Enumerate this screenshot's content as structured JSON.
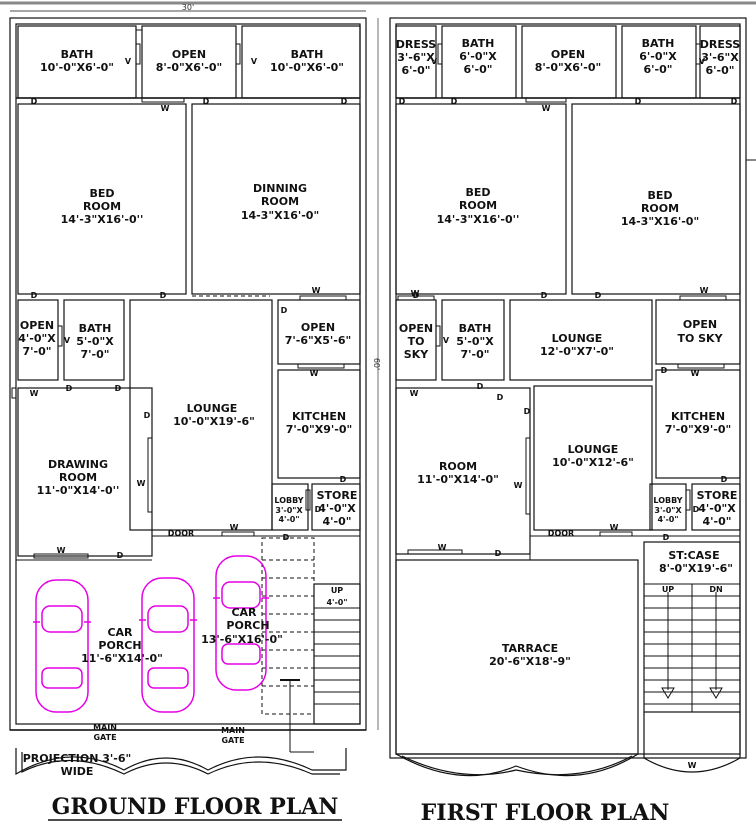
{
  "overall_width": "30'",
  "overall_depth": "60'",
  "titles": {
    "ground": "GROUND FLOOR PLAN",
    "first": "FIRST FLOOR PLAN"
  },
  "ground": {
    "bath1": {
      "name": "BATH",
      "size": "10'-0\"X6'-0\""
    },
    "open_top": {
      "name": "OPEN",
      "size": "8'-0\"X6'-0\""
    },
    "bath2": {
      "name": "BATH",
      "size": "10'-0\"X6'-0\""
    },
    "bed": {
      "l1": "BED",
      "l2": "ROOM",
      "size": "14'-3\"X16'-0''"
    },
    "dining": {
      "l1": "DINNING",
      "l2": "ROOM",
      "size": "14-3\"X16'-0\""
    },
    "open_left": {
      "name": "OPEN",
      "s1": "4'-0\"X",
      "s2": "7'-0\""
    },
    "bath_small": {
      "name": "BATH",
      "s1": "5'-0\"X",
      "s2": "7'-0\""
    },
    "open_right": {
      "name": "OPEN",
      "size": "7'-6\"X5'-6\""
    },
    "lounge": {
      "name": "LOUNGE",
      "size": "10'-0\"X19'-6\""
    },
    "kitchen": {
      "name": "KITCHEN",
      "size": "7'-0\"X9'-0\""
    },
    "drawing": {
      "l1": "DRAWING",
      "l2": "ROOM",
      "size": "11'-0\"X14'-0''"
    },
    "lobby": {
      "name": "LOBBY",
      "s1": "3'-0\"X",
      "s2": "4'-0\""
    },
    "store": {
      "name": "STORE",
      "s1": "4'-0\"X",
      "s2": "4'-0\""
    },
    "door_label": "DOOR",
    "car_porch_left": {
      "l1": "CAR",
      "l2": "PORCH",
      "size": "11'-6\"X14'-0\""
    },
    "car_porch_right": {
      "l1": "CAR",
      "l2": "PORCH",
      "size": "13'-6\"X16'-0\""
    },
    "stair_up": "UP",
    "stair_width": "4'-0\"",
    "main_gate1": {
      "l1": "MAIN",
      "l2": "GATE"
    },
    "main_gate2": {
      "l1": "MAIN",
      "l2": "GATE"
    },
    "projection": {
      "l1": "PROJECTION 3'-6\"",
      "l2": "WIDE"
    }
  },
  "first": {
    "dress1": {
      "name": "DRESS",
      "s1": "3'-6\"X",
      "s2": "6'-0\""
    },
    "bath1": {
      "name": "BATH",
      "s1": "6'-0\"X",
      "s2": "6'-0\""
    },
    "open_top": {
      "name": "OPEN",
      "size": "8'-0\"X6'-0\""
    },
    "bath2": {
      "name": "BATH",
      "s1": "6'-0\"X",
      "s2": "6'-0\""
    },
    "dress2": {
      "name": "DRESS",
      "s1": "3'-6\"X",
      "s2": "6'-0\""
    },
    "bed1": {
      "l1": "BED",
      "l2": "ROOM",
      "size": "14'-3\"X16'-0''"
    },
    "bed2": {
      "l1": "BED",
      "l2": "ROOM",
      "size": "14-3\"X16'-0\""
    },
    "open_sky_left": {
      "l1": "OPEN",
      "l2": "TO",
      "l3": "SKY"
    },
    "bath_small": {
      "name": "BATH",
      "s1": "5'-0\"X",
      "s2": "7'-0\""
    },
    "lounge_upper": {
      "name": "LOUNGE",
      "size": "12'-0\"X7'-0\""
    },
    "open_sky_right": {
      "l1": "OPEN",
      "l2": "TO SKY"
    },
    "lounge": {
      "name": "LOUNGE",
      "size": "10'-0\"X12'-6\""
    },
    "room": {
      "name": "ROOM",
      "size": "11'-0\"X14'-0\""
    },
    "kitchen": {
      "name": "KITCHEN",
      "size": "7'-0\"X9'-0\""
    },
    "lobby": {
      "name": "LOBBY",
      "s1": "3'-0\"X",
      "s2": "4'-0\""
    },
    "store": {
      "name": "STORE",
      "s1": "4'-0\"X",
      "s2": "4'-0\""
    },
    "door_label": "DOOR",
    "staircase": {
      "name": "ST:CASE",
      "size": "8'-0\"X19'-6\""
    },
    "stair_up": "UP",
    "stair_dn": "DN",
    "terrace": {
      "name": "TARRACE",
      "size": "20'-6\"X18'-9\""
    }
  },
  "markers": {
    "door": "D",
    "window": "W",
    "ventilator": "V"
  }
}
